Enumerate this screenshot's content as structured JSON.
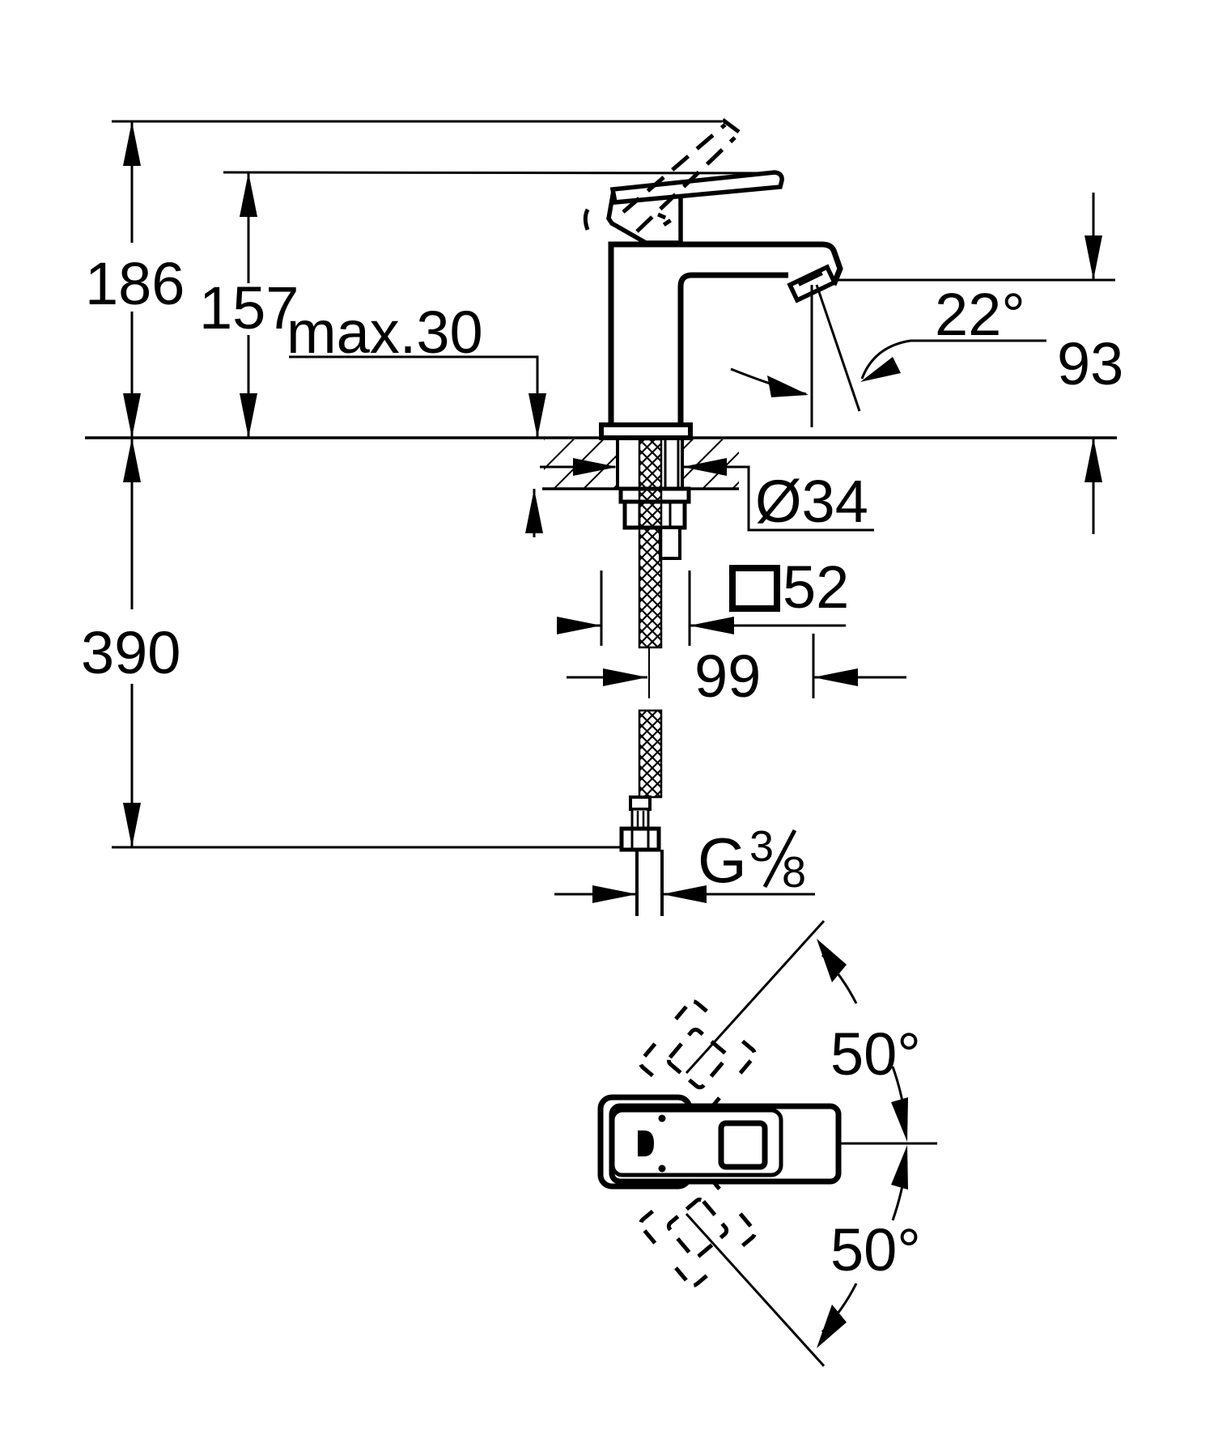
{
  "page": {
    "background": "#ffffff",
    "ink": "#000000"
  },
  "labels": {
    "height_total": "186",
    "height_to_lever": "157",
    "deck_thickness_max": "max.30",
    "spout_angle": "22°",
    "spout_height": "93",
    "hole_diameter": "Ø34",
    "body_square": "52",
    "spout_projection": "99",
    "hose_length": "390",
    "thread_letter": "G",
    "thread_numerator": "3",
    "thread_denominator": "8",
    "swivel_angle_upper": "50°",
    "swivel_angle_lower": "50°"
  }
}
